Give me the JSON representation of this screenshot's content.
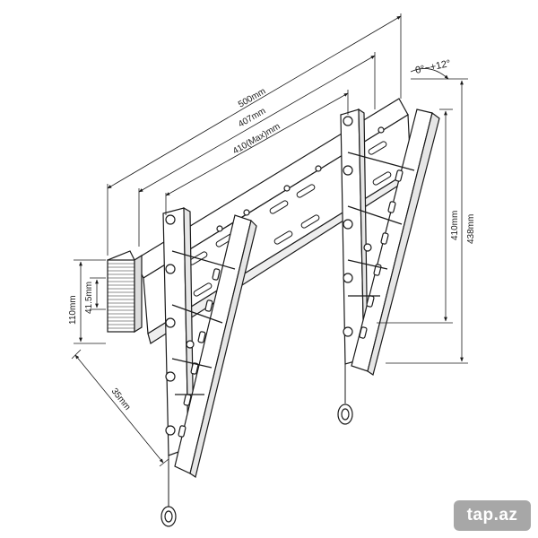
{
  "dimensions": {
    "width_total": "500mm",
    "width_mid": "407mm",
    "width_max": "410(Max)mm",
    "angle": "0°~+12°",
    "height_total": "438mm",
    "height_inner": "410mm",
    "height_block": "110mm",
    "height_small": "41.5mm",
    "depth": "35mm"
  },
  "watermark": {
    "text": "tap.az"
  },
  "colors": {
    "line": "#1a1a1a",
    "hatch": "#555555",
    "watermark_bg": "#3c3c3c"
  }
}
